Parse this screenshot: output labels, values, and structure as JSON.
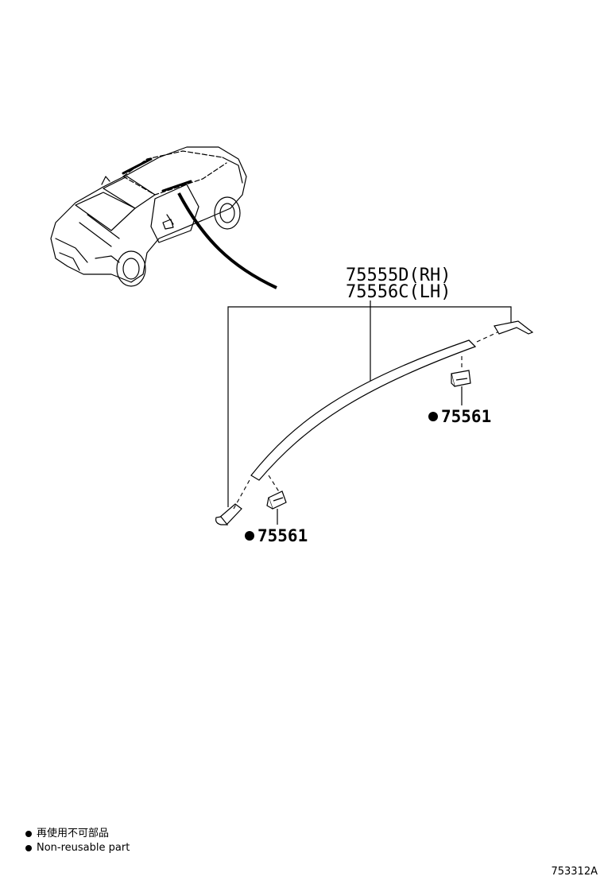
{
  "labels": {
    "molding_rh": "75555D(RH)",
    "molding_lh": "75556C(LH)",
    "clip_upper": "75561",
    "clip_lower": "75561"
  },
  "legend": {
    "jp": "再使用不可部品",
    "en": "Non-reusable part"
  },
  "figure_id": "753312A"
}
